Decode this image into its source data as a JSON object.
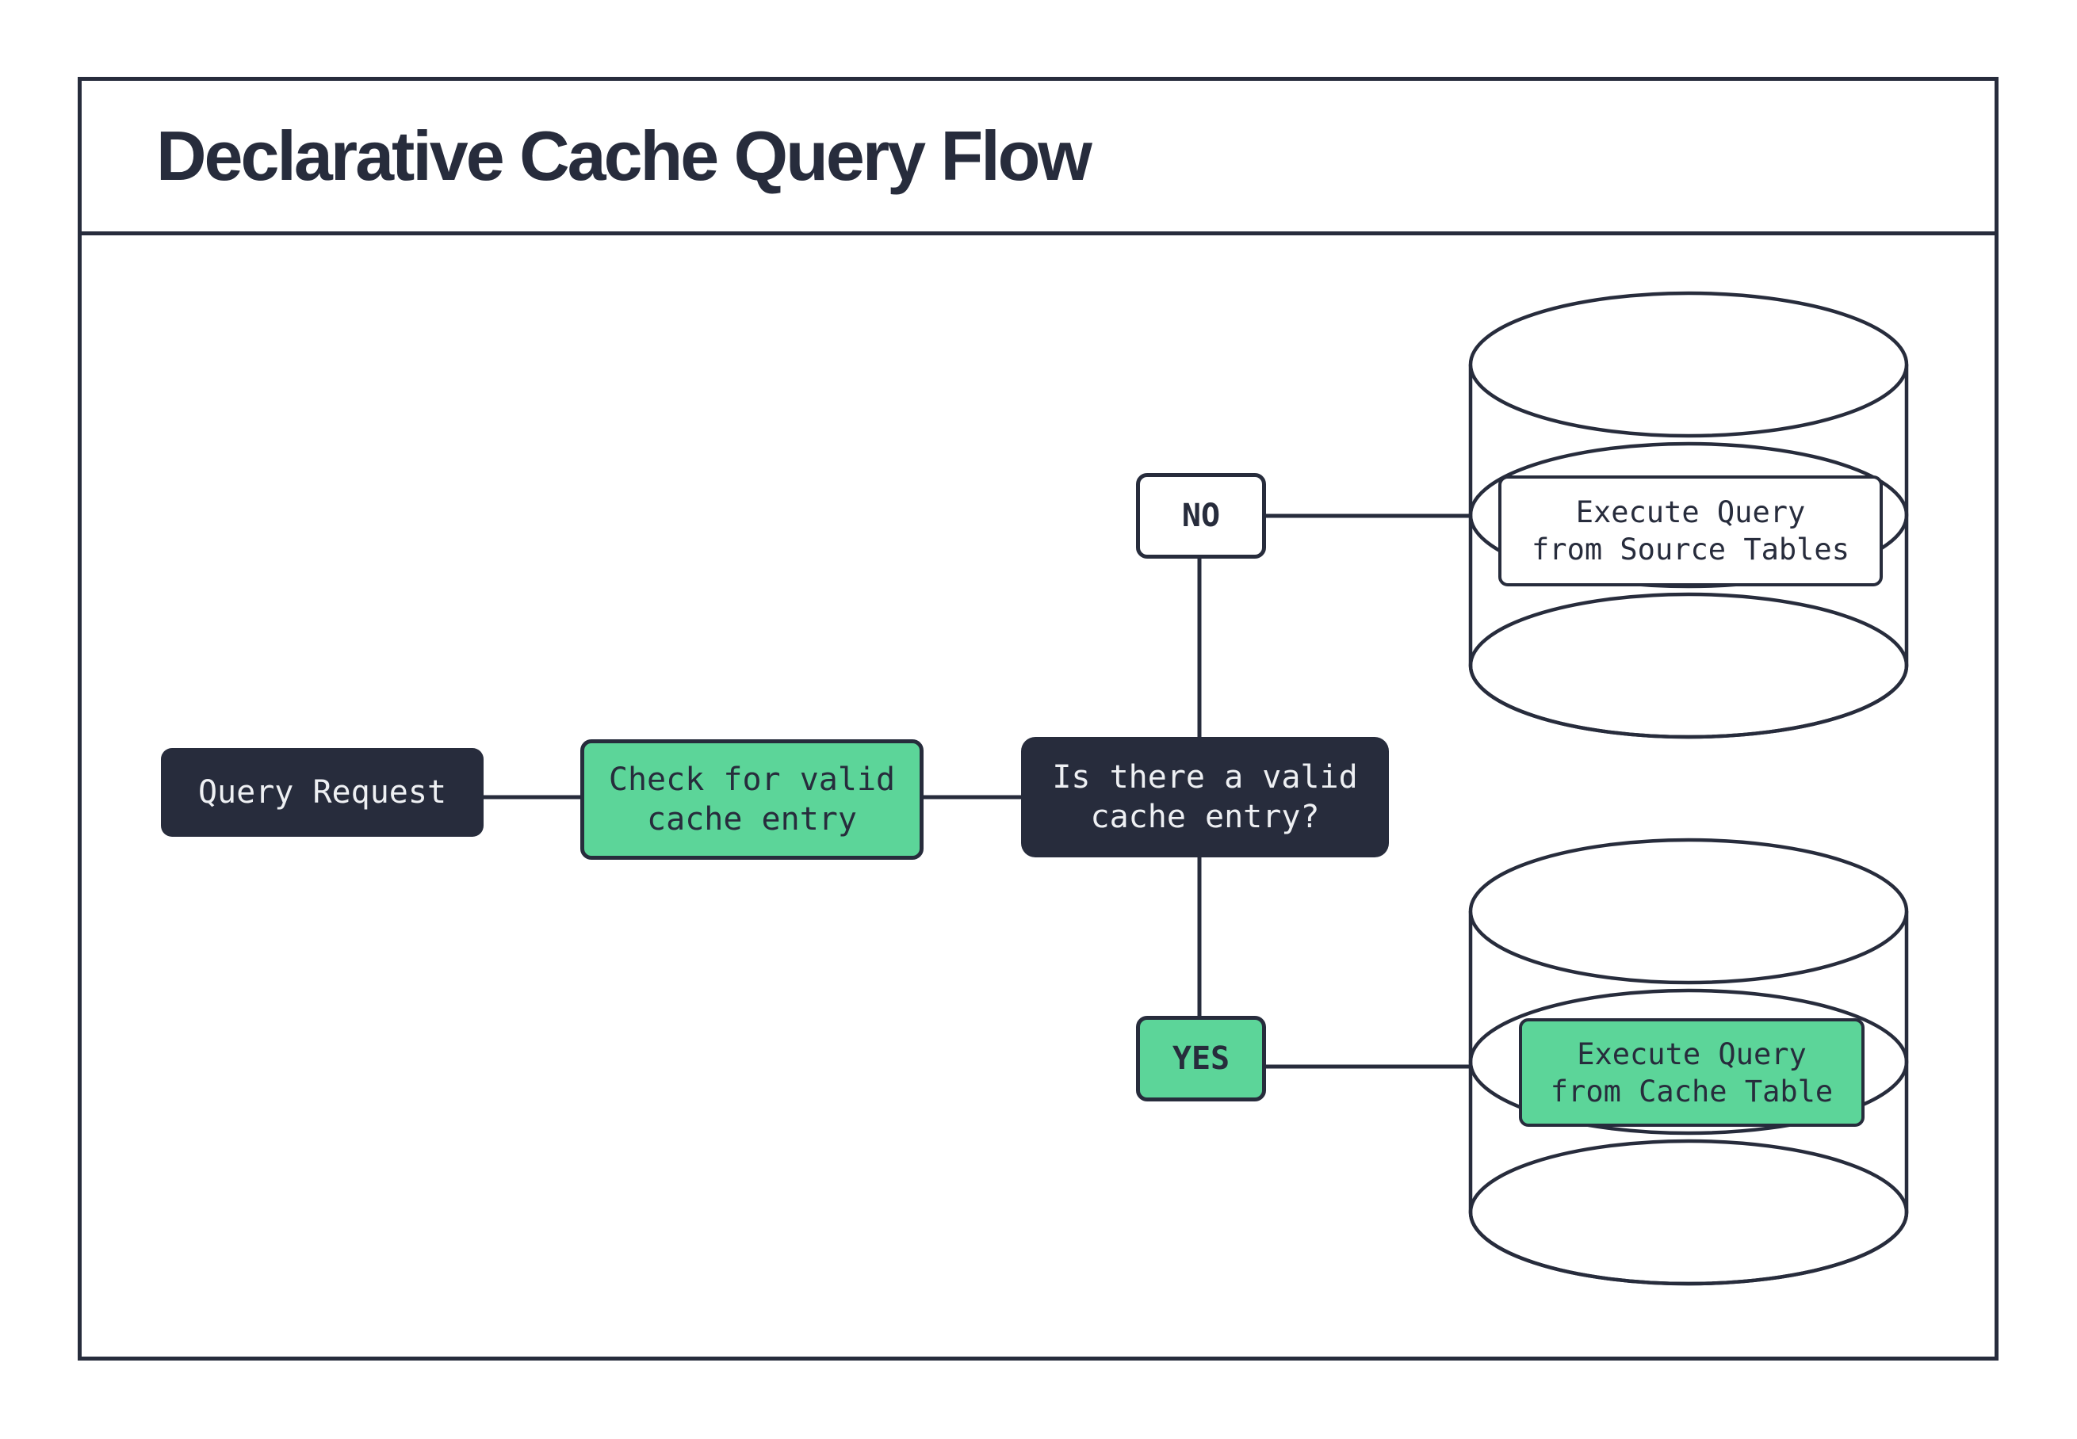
{
  "title": "Declarative Cache Query Flow",
  "colors": {
    "ink": "#272c3c",
    "green": "#5cd599",
    "paper": "#ffffff",
    "light_text": "#eef0f3"
  },
  "nodes": {
    "query_request": {
      "label": "Query Request"
    },
    "check_cache": {
      "line1": "Check for valid",
      "line2": "cache entry"
    },
    "decision": {
      "line1": "Is there a valid",
      "line2": "cache entry?"
    },
    "branch_no": {
      "label": "NO"
    },
    "branch_yes": {
      "label": "YES"
    },
    "source_db_action": {
      "line1": "Execute Query",
      "line2": "from Source Tables"
    },
    "cache_db_action": {
      "line1": "Execute Query",
      "line2": "from Cache Table"
    }
  }
}
